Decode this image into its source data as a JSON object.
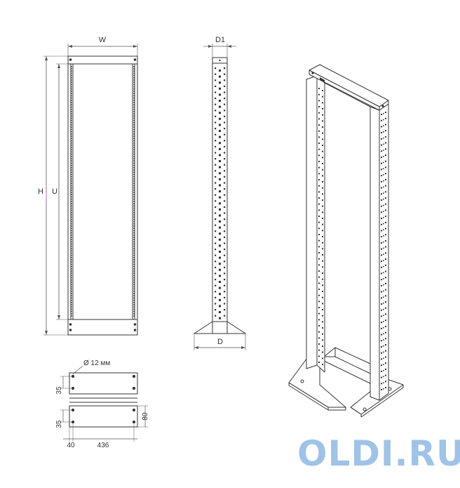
{
  "front_view": {
    "width_label": "W",
    "height_label": "H",
    "usable_height_label": "U"
  },
  "side_view": {
    "top_depth_label": "D1",
    "base_depth_label": "D"
  },
  "base_detail": {
    "hole_label": "Ø 12 мм",
    "hole_pitch_upper": "35",
    "hole_pitch_lower": "35",
    "base_height": "80",
    "side_offset": "40",
    "hole_span": "436"
  },
  "watermark": {
    "text": "OLDI.RU",
    "color": "#9fc3e6"
  },
  "colors": {
    "line": "#333333",
    "dimension": "#555555",
    "height_marker": "#c080c0"
  }
}
